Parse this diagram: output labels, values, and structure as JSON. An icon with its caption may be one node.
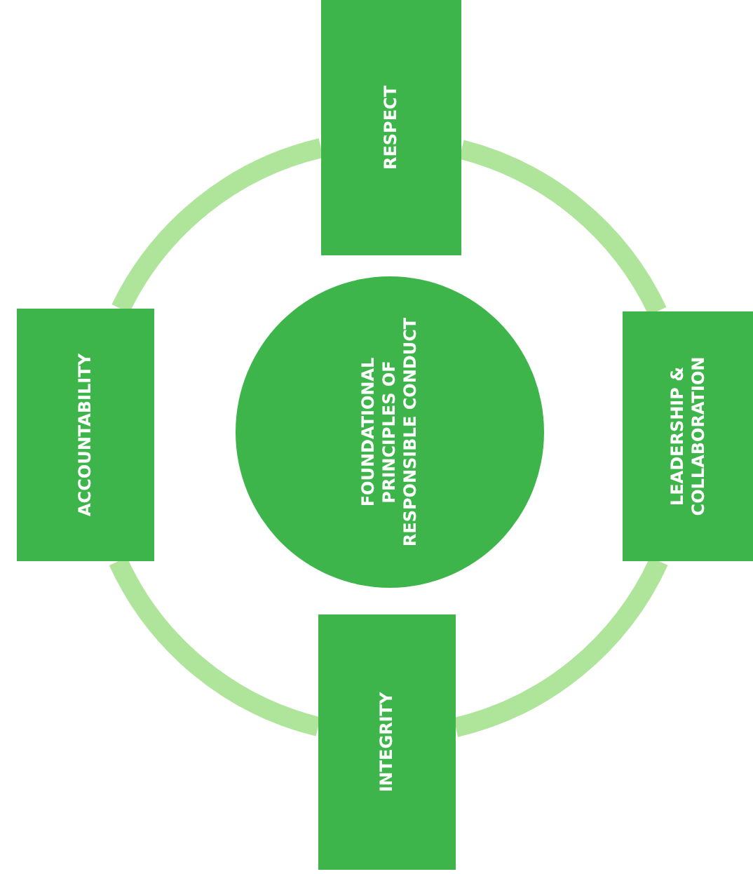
{
  "diagram": {
    "nodes": [
      {
        "text": [
          "RESPECT"
        ]
      },
      {
        "text": [
          "ACCOUNTABILITY"
        ]
      },
      {
        "text": [
          "FOUNDATIONAL PRINCIPLES OF RESPONSIBLE CONDUCT"
        ]
      },
      {
        "text": [
          "LEADERSHIP & COLLABORATION"
        ]
      },
      {
        "text": [
          "INTEGRITY"
        ]
      }
    ],
    "edges": [
      {
        "from": 0,
        "to": 3,
        "arrow": "none"
      },
      {
        "from": 3,
        "to": 4,
        "arrow": "none"
      },
      {
        "from": 4,
        "to": 1,
        "arrow": "none"
      },
      {
        "from": 1,
        "to": 0,
        "arrow": "none"
      }
    ]
  }
}
